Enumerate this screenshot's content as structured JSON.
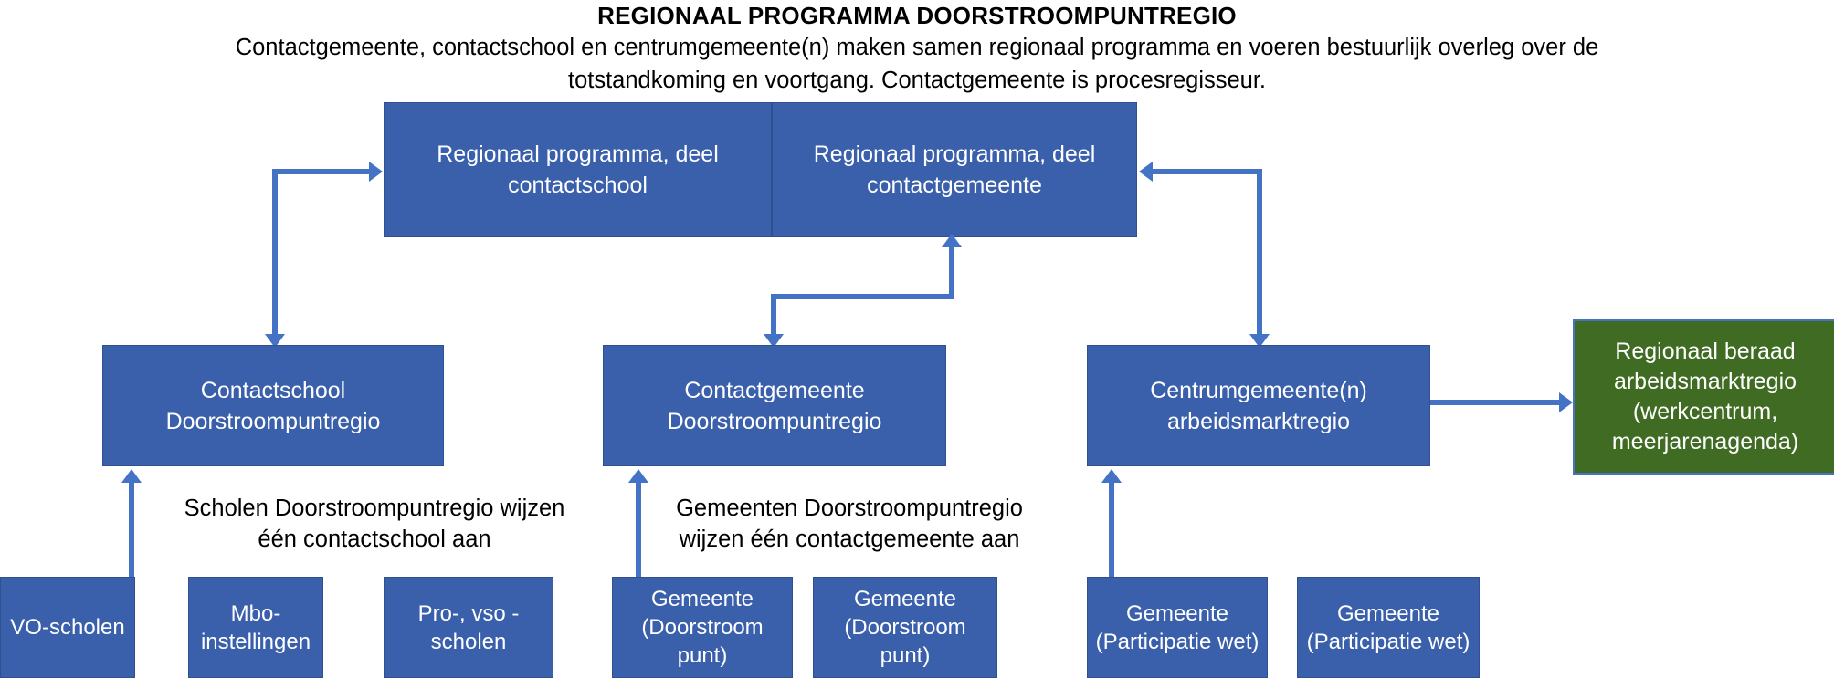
{
  "header": {
    "title": "REGIONAAL PROGRAMMA DOORSTROOMPUNTREGIO",
    "subtitle_line1": "Contactgemeente, contactschool en centrumgemeente(n) maken samen regionaal programma en voeren bestuurlijk overleg over de",
    "subtitle_line2": "totstandkoming en voortgang. Contactgemeente is procesregisseur."
  },
  "colors": {
    "box_blue": "#3a5fab",
    "box_green": "#3f6b23",
    "arrow_blue": "#4472c4",
    "box_text": "#ffffff",
    "page_text": "#000000"
  },
  "top_row": [
    {
      "label": "Regionaal programma, deel contactschool"
    },
    {
      "label": "Regionaal programma, deel contactgemeente"
    }
  ],
  "middle_row": [
    {
      "label": "Contactschool Doorstroompuntregio"
    },
    {
      "label": "Contactgemeente Doorstroompuntregio"
    },
    {
      "label": "Centrumgemeente(n) arbeidsmarktregio"
    },
    {
      "label": "Regionaal beraad arbeidsmarktregio (werkcentrum, meerjarenagenda)"
    }
  ],
  "notes": [
    {
      "text": "Scholen Doorstroompuntregio wijzen één contactschool aan"
    },
    {
      "text": "Gemeenten Doorstroompuntregio wijzen één contactgemeente aan"
    }
  ],
  "bottom_row": [
    {
      "label": "VO-scholen"
    },
    {
      "label": "Mbo-instellingen"
    },
    {
      "label": "Pro-, vso - scholen"
    },
    {
      "label": "Gemeente (Doorstroom punt)"
    },
    {
      "label": "Gemeente (Doorstroom punt)"
    },
    {
      "label": "Gemeente (Participatie wet)"
    },
    {
      "label": "Gemeente (Participatie wet)"
    }
  ]
}
